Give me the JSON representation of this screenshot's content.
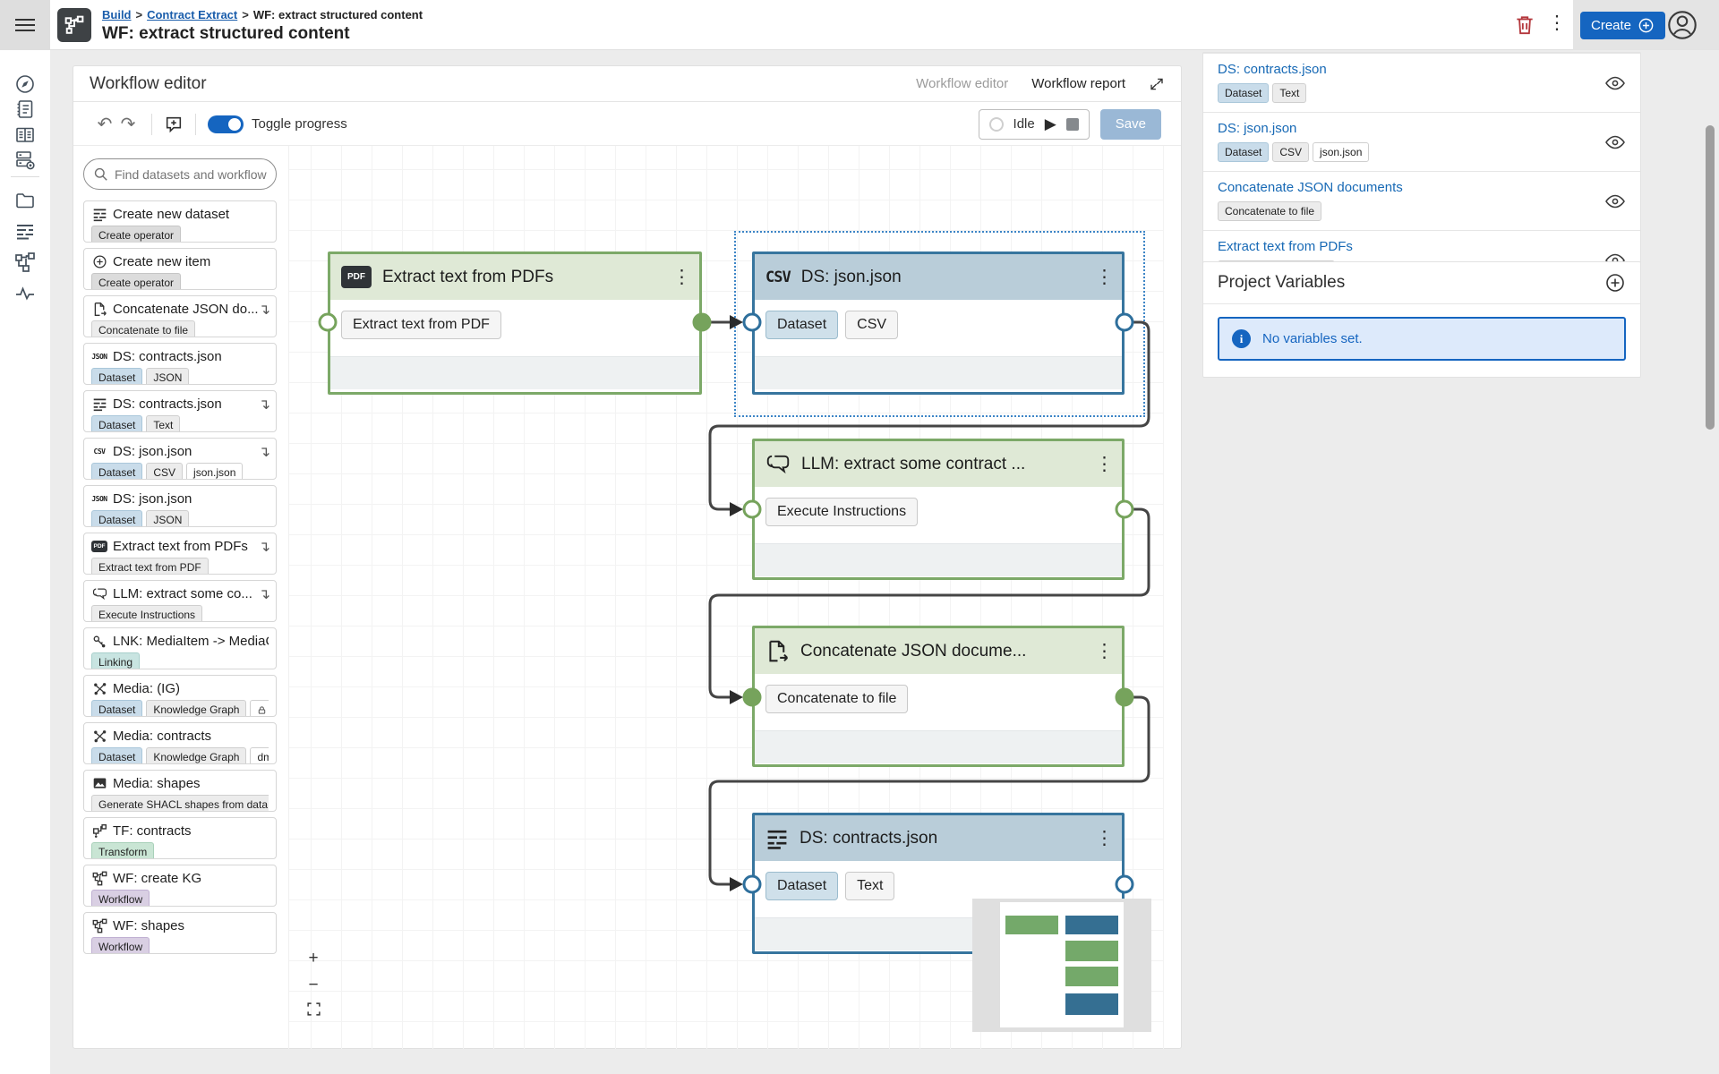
{
  "colors": {
    "accent": "#1565c0",
    "danger": "#b4373c",
    "node_green": "#7ca968",
    "node_blue": "#37759e",
    "minimap_green": "#74a96a",
    "minimap_blue": "#356f92"
  },
  "header": {
    "breadcrumb": {
      "link1": "Build",
      "sep1": ">",
      "link2": "Contract Extract",
      "sep2": ">",
      "current": "WF: extract structured content"
    },
    "title": "WF: extract structured content",
    "create_label": "Create"
  },
  "editor": {
    "title": "Workflow editor",
    "editor_link": "Workflow editor",
    "report_link": "Workflow report",
    "toggle_label": "Toggle progress",
    "status": "Idle",
    "save_label": "Save",
    "search_placeholder": "Find datasets and workflow",
    "zoom_in": "+",
    "zoom_out": "−"
  },
  "palette": {
    "items": [
      {
        "title": "Create new dataset",
        "chips": [
          {
            "label": "Create operator"
          }
        ]
      },
      {
        "title": "Create new item",
        "chips": [
          {
            "label": "Create operator"
          }
        ]
      },
      {
        "title": "Concatenate JSON do...",
        "chips": [
          {
            "label": "Concatenate to file"
          }
        ]
      },
      {
        "title": "DS: contracts.json",
        "chips": [
          {
            "label": "Dataset"
          },
          {
            "label": "JSON"
          }
        ]
      },
      {
        "title": "DS: contracts.json",
        "chips": [
          {
            "label": "Dataset"
          },
          {
            "label": "Text"
          }
        ]
      },
      {
        "title": "DS: json.json",
        "chips": [
          {
            "label": "Dataset"
          },
          {
            "label": "CSV"
          },
          {
            "label": "json.json"
          }
        ]
      },
      {
        "title": "DS: json.json",
        "chips": [
          {
            "label": "Dataset"
          },
          {
            "label": "JSON"
          }
        ]
      },
      {
        "title": "Extract text from PDFs",
        "chips": [
          {
            "label": "Extract text from PDF"
          }
        ]
      },
      {
        "title": "LLM: extract some co...",
        "chips": [
          {
            "label": "Execute Instructions"
          }
        ]
      },
      {
        "title": "LNK: MediaItem -> MediaCat...",
        "chips": [
          {
            "label": "Linking"
          }
        ]
      },
      {
        "title": "Media: (IG)",
        "chips": [
          {
            "label": "Dataset"
          },
          {
            "label": "Knowledge Graph"
          },
          {
            "label": "ht"
          }
        ]
      },
      {
        "title": "Media: contracts",
        "chips": [
          {
            "label": "Dataset"
          },
          {
            "label": "Knowledge Graph"
          },
          {
            "label": "dmc"
          }
        ]
      },
      {
        "title": "Media: shapes",
        "chips": [
          {
            "label": "Generate SHACL shapes from data"
          }
        ]
      },
      {
        "title": "TF: contracts",
        "chips": [
          {
            "label": "Transform"
          }
        ]
      },
      {
        "title": "WF: create KG",
        "chips": [
          {
            "label": "Workflow"
          }
        ]
      },
      {
        "title": "WF: shapes",
        "chips": [
          {
            "label": "Workflow"
          }
        ]
      }
    ]
  },
  "canvas": {
    "nodes": [
      {
        "title": "Extract text from PDFs",
        "chips": [
          {
            "label": "Extract text from PDF"
          }
        ]
      },
      {
        "title": "DS: json.json",
        "chips": [
          {
            "label": "Dataset"
          },
          {
            "label": "CSV"
          }
        ]
      },
      {
        "title": "LLM: extract some contract ...",
        "chips": [
          {
            "label": "Execute Instructions"
          }
        ]
      },
      {
        "title": "Concatenate JSON docume...",
        "chips": [
          {
            "label": "Concatenate to file"
          }
        ]
      },
      {
        "title": "DS: contracts.json",
        "chips": [
          {
            "label": "Dataset"
          },
          {
            "label": "Text"
          }
        ]
      }
    ]
  },
  "related": {
    "rows": [
      {
        "title": "DS: contracts.json",
        "chips": [
          {
            "label": "Dataset"
          },
          {
            "label": "Text"
          }
        ]
      },
      {
        "title": "DS: json.json",
        "chips": [
          {
            "label": "Dataset"
          },
          {
            "label": "CSV"
          },
          {
            "label": "json.json"
          }
        ]
      },
      {
        "title": "Concatenate JSON documents",
        "chips": [
          {
            "label": "Concatenate to file"
          }
        ]
      },
      {
        "title": "Extract text from PDFs",
        "chips": [
          {
            "label": "Extract text from PDF"
          }
        ]
      }
    ]
  },
  "variables": {
    "title": "Project Variables",
    "empty_message": "No variables set."
  }
}
